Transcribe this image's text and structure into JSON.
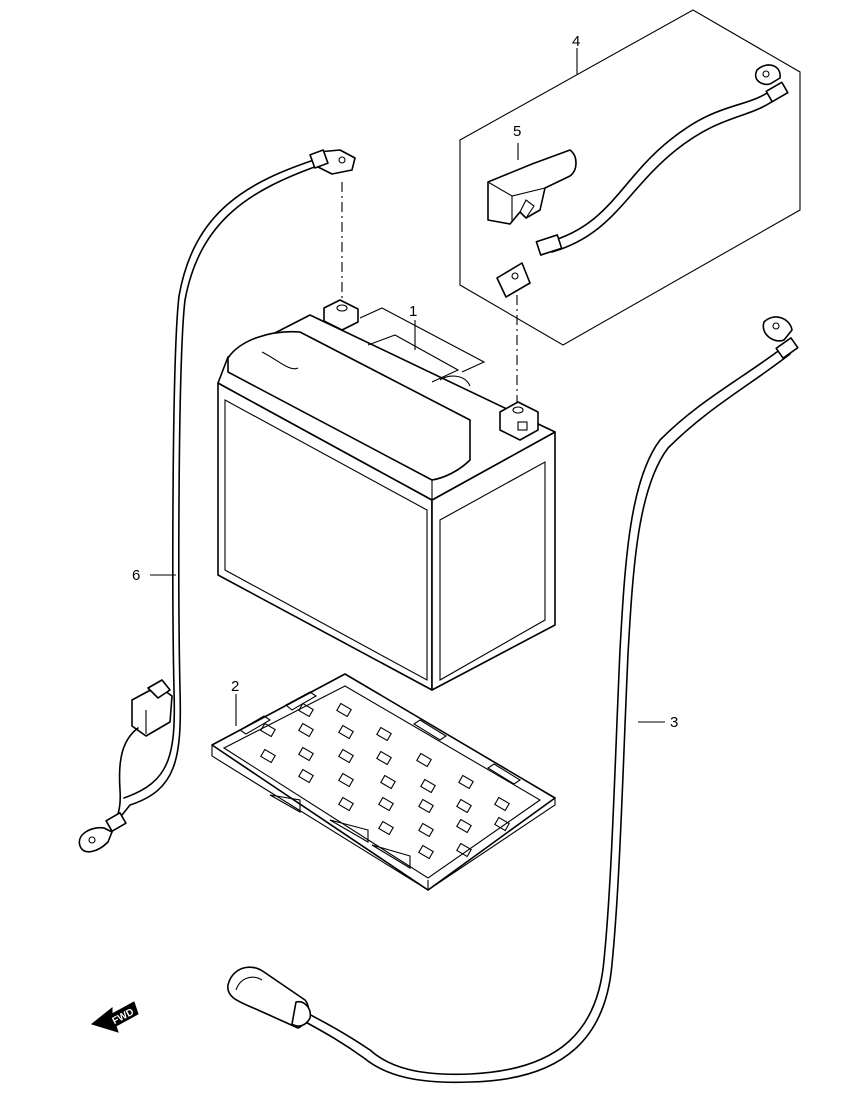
{
  "callouts": {
    "battery": "1",
    "battery_tray": "2",
    "negative_cable": "3",
    "positive_cable_kit": "4",
    "terminal_cover": "5",
    "sub_harness": "6"
  },
  "forward_indicator": {
    "label": "FWD",
    "icon": "forward-arrow-icon"
  },
  "colors": {
    "line": "#000000",
    "background": "#ffffff"
  }
}
